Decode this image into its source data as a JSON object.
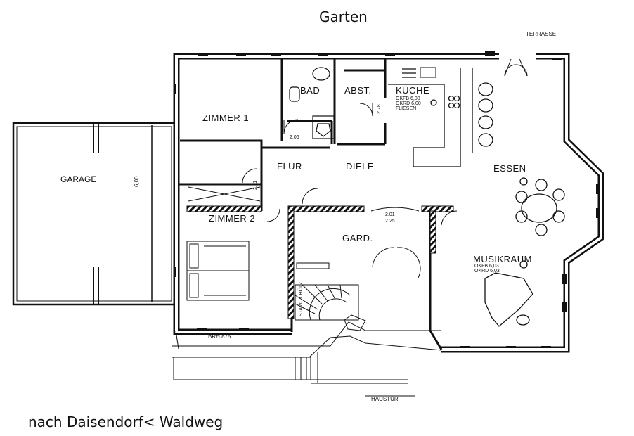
{
  "header": {
    "title": "Garten"
  },
  "footer": {
    "caption": "nach Daisendorf< Waldweg",
    "entrance": "HAUSTÜR"
  },
  "rooms": {
    "terrasse": "TERRASSE",
    "zimmer1": "ZIMMER 1",
    "bad": "BAD",
    "abst": "ABST.",
    "kueche": "KÜCHE",
    "flur": "FLUR",
    "diele": "DIELE",
    "essen": "ESSEN",
    "garage": "GARAGE",
    "zimmer2": "ZIMMER 2",
    "gard": "GARD.",
    "musikraum": "MUSIKRAUM"
  },
  "annotations": {
    "garage_depth": "6,00",
    "brh": "BRH 875",
    "kueche_notes": [
      "OKFB 6,00",
      "OKRD 6,00",
      "FLIESEN"
    ],
    "musik_notes": [
      "OKFB 6,03",
      "OKRD 6,03"
    ],
    "dim_206": "2.06",
    "dim_278": "2.78",
    "dim_201": "2.01",
    "dim_225": "2.25",
    "dim_211": "2.11",
    "stair": "STAVIL 1.HÖLZ"
  }
}
